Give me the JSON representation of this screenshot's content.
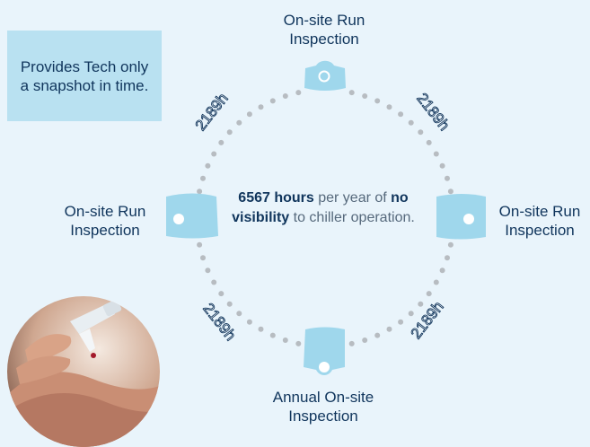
{
  "note": {
    "text": "Provides Tech only a snapshot in time."
  },
  "stations": {
    "top": "On-site Run Inspection",
    "left": "On-site Run Inspection",
    "right": "On-site Run Inspection",
    "bottom": "Annual On-site Inspection"
  },
  "intervals": {
    "top_left": "2189h",
    "top_right": "2189h",
    "bottom_left": "2189h",
    "bottom_right": "2189h"
  },
  "center": {
    "hours": "6567 hours",
    "t1": " per year of ",
    "emphasis": "no visibility",
    "t2": " to chiller operation."
  },
  "colors": {
    "background": "#e9f4fb",
    "note_bg": "#b9e1f1",
    "marker": "#9fd7ec",
    "dots": "#b7bcc1",
    "text_dark": "#10355c",
    "text_muted": "#56697c"
  }
}
